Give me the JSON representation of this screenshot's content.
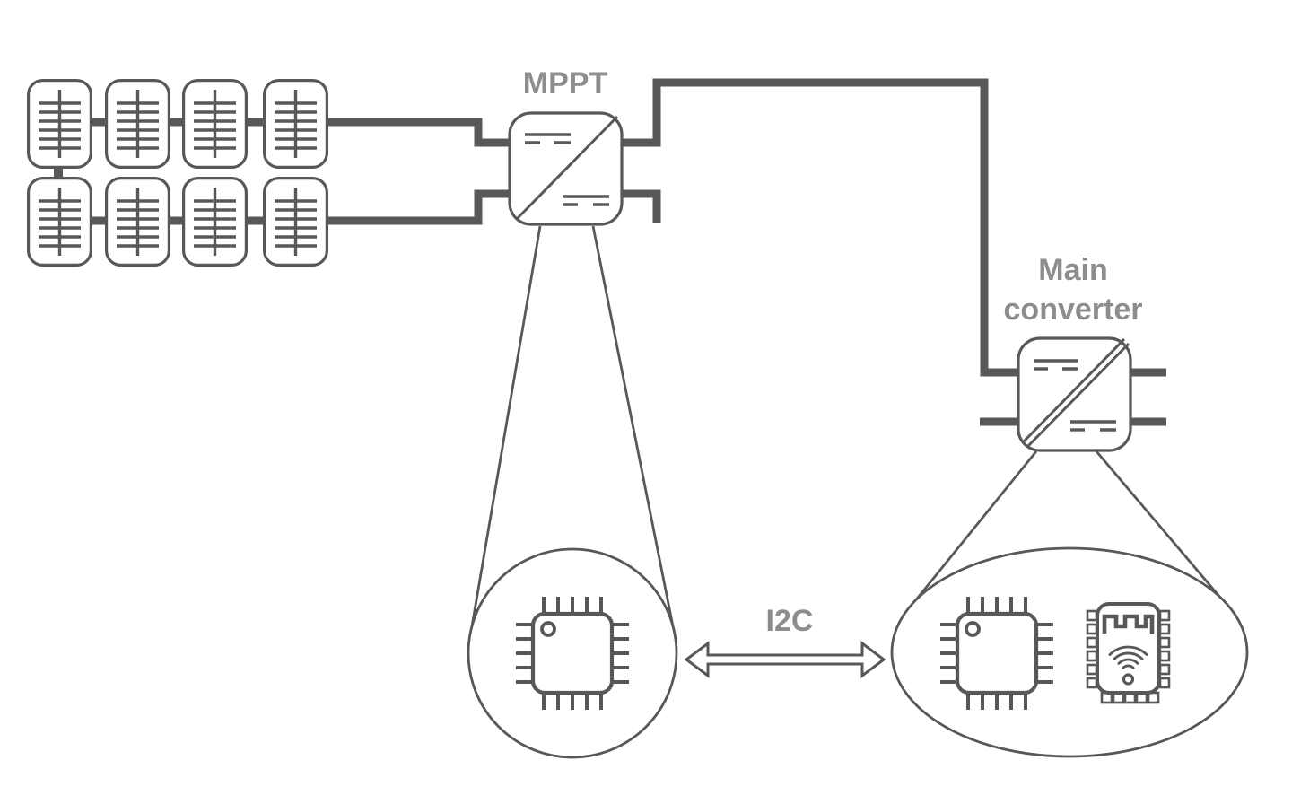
{
  "diagram": {
    "title_context": "Solar PV system control diagram",
    "labels": {
      "mppt": "MPPT",
      "main_converter_line1": "Main",
      "main_converter_line2": "converter",
      "i2c_bus": "I2C"
    },
    "solar_array": {
      "rows": 2,
      "panels_per_row": 4,
      "panel_count": 8
    },
    "blocks": [
      {
        "name": "MPPT",
        "type": "dc-dc-converter",
        "zoom_detail": [
          "mcu-chip"
        ]
      },
      {
        "name": "Main converter",
        "type": "dc-dc-converter",
        "zoom_detail": [
          "mcu-chip",
          "wifi-module"
        ]
      }
    ],
    "connections": [
      {
        "from": "solar-array-string-1",
        "to": "MPPT",
        "kind": "power-wire"
      },
      {
        "from": "solar-array-string-2",
        "to": "MPPT",
        "kind": "power-wire"
      },
      {
        "from": "MPPT",
        "to": "Main converter",
        "kind": "power-wire"
      },
      {
        "from": "MPPT-mcu",
        "to": "Main-converter-mcu",
        "kind": "bus",
        "label": "I2C",
        "bidirectional": true
      }
    ],
    "icons": [
      "solar-panel-icon",
      "dc-dc-converter-icon",
      "mcu-chip-icon",
      "wifi-module-icon",
      "i2c-double-arrow-icon",
      "magnifier-cone"
    ],
    "colors": {
      "line": "#58585B",
      "label_text": "#8D8D8F",
      "background": "#FFFFFF"
    }
  }
}
